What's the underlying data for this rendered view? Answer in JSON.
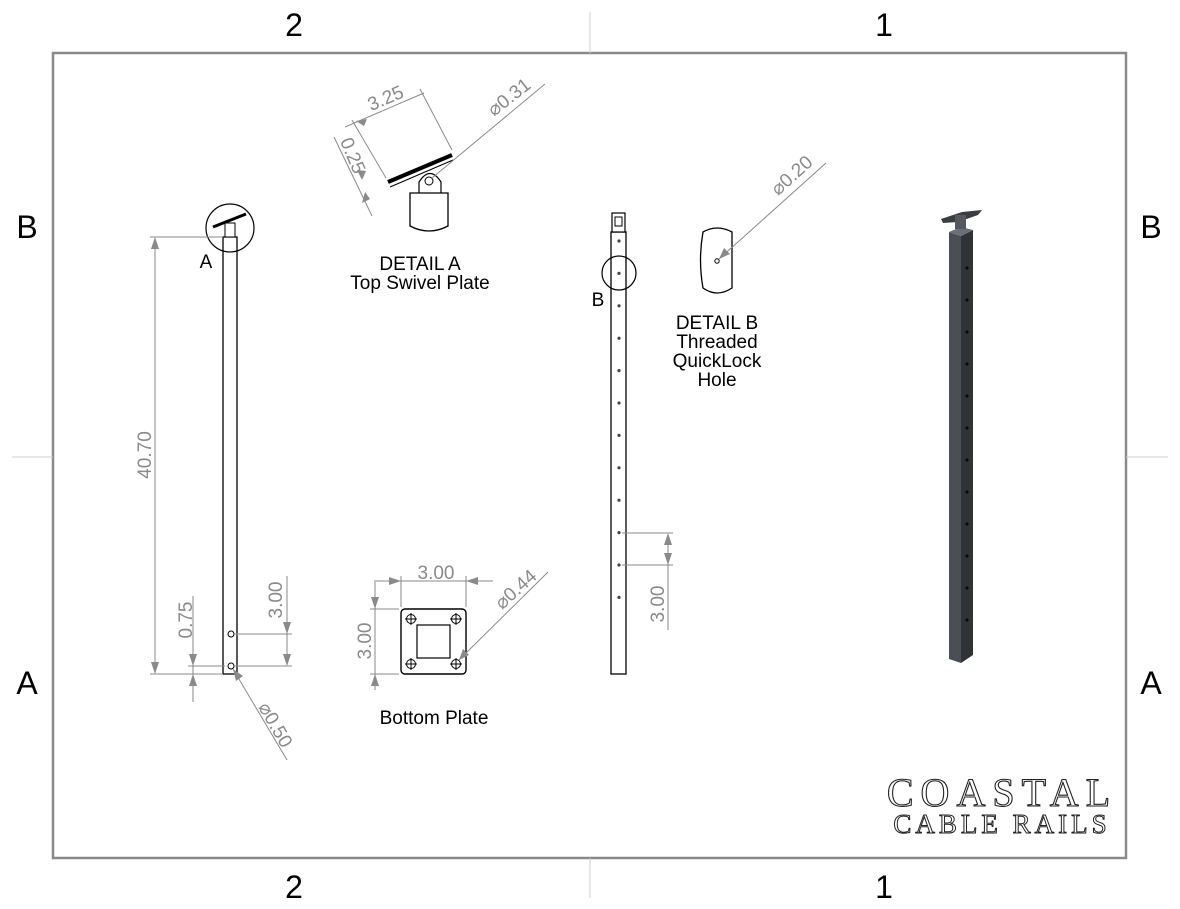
{
  "zones": {
    "top_left": "2",
    "top_right": "1",
    "bottom_left": "2",
    "bottom_right": "1",
    "left_upper": "B",
    "left_lower": "A",
    "right_upper": "B",
    "right_lower": "A"
  },
  "side_view": {
    "detail_ref": "A",
    "height": "40.70",
    "hole_offset": "0.75",
    "hole_spacing": "3.00",
    "hole_diameter": "⌀0.50"
  },
  "detail_a": {
    "plate_length": "3.25",
    "plate_thickness": "0.25",
    "hole_diameter": "⌀0.31",
    "title": "DETAIL A",
    "subtitle": "Top Swivel Plate"
  },
  "bottom_plate": {
    "width": "3.00",
    "height": "3.00",
    "hole_diameter": "⌀0.44",
    "title": "Bottom Plate"
  },
  "front_view": {
    "detail_ref": "B",
    "hole_spacing": "3.00"
  },
  "detail_b": {
    "hole_diameter": "⌀0.20",
    "title_line1": "DETAIL B",
    "title_line2": "Threaded",
    "title_line3": "QuickLock",
    "title_line4": "Hole"
  },
  "logo": {
    "line1": "COASTAL",
    "line2": "CABLE RAILS"
  },
  "colors": {
    "line": "#000000",
    "dimension": "#8a8a8a",
    "post_dark": "#3a3d42"
  }
}
